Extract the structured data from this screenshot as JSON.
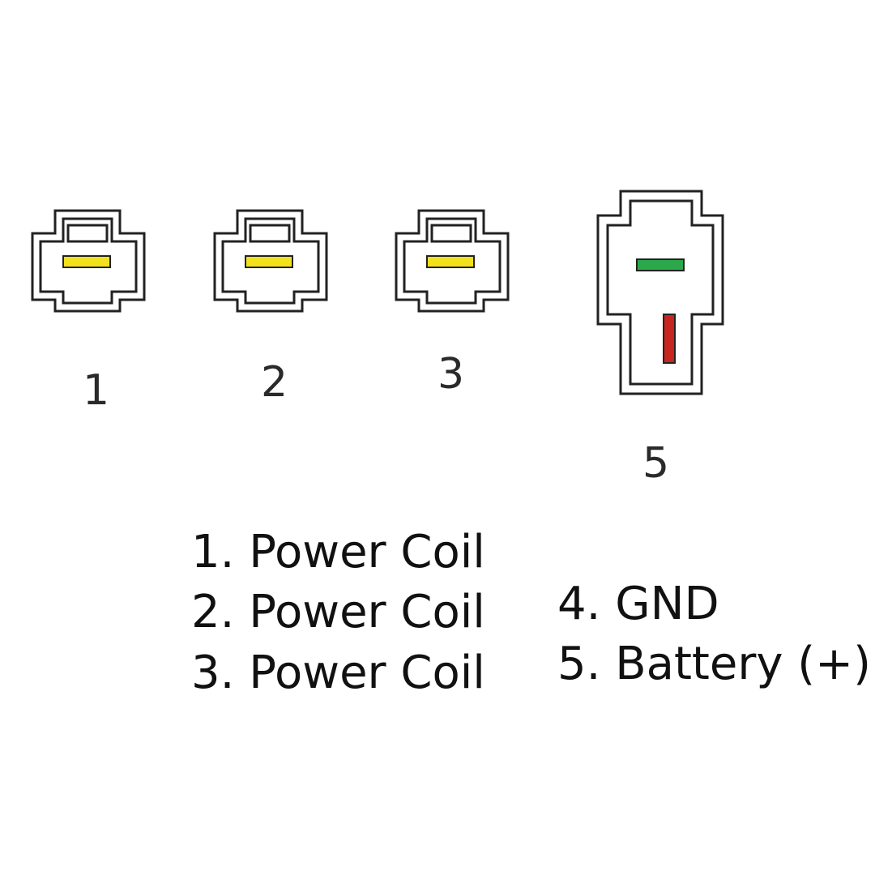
{
  "connector_labels": {
    "c1": "1",
    "c2": "2",
    "c3": "3",
    "c5": "5"
  },
  "legend": {
    "left": [
      "1. Power Coil",
      "2. Power Coil",
      "3. Power Coil"
    ],
    "right": [
      "4. GND",
      "5. Battery (+)"
    ]
  },
  "colors": {
    "outline": "#222222",
    "pin_power_coil": "#f2e21c",
    "pin_gnd": "#2aa84a",
    "pin_battery": "#c8251e"
  }
}
